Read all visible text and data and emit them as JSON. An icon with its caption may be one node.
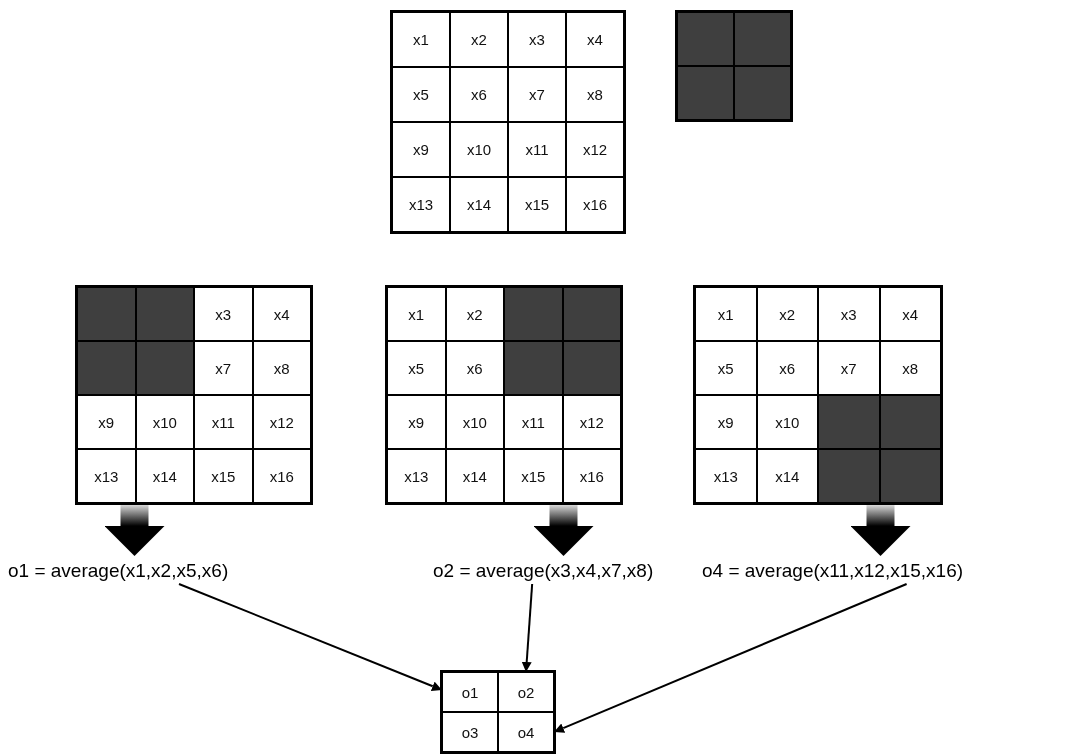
{
  "diagram": {
    "nodes": [
      {
        "text": [],
        "shape": "box"
      },
      {
        "text": [
          "x1"
        ],
        "in": 0
      },
      {
        "text": [
          "x2"
        ],
        "in": 0
      },
      {
        "text": [
          "x3"
        ],
        "in": 0
      },
      {
        "text": [
          "x4"
        ],
        "in": 0
      },
      {
        "text": [
          "x5"
        ],
        "in": 0
      },
      {
        "text": [
          "x6"
        ],
        "in": 0
      },
      {
        "text": [
          "x7"
        ],
        "in": 0
      },
      {
        "text": [
          "x8"
        ],
        "in": 0
      },
      {
        "text": [
          "x9"
        ],
        "in": 0
      },
      {
        "text": [
          "x10"
        ],
        "in": 0
      },
      {
        "text": [
          "x11"
        ],
        "in": 0
      },
      {
        "text": [
          "x12"
        ],
        "in": 0
      },
      {
        "text": [
          "x13"
        ],
        "in": 0
      },
      {
        "text": [
          "x14"
        ],
        "in": 0
      },
      {
        "text": [
          "x15"
        ],
        "in": 0
      },
      {
        "text": [
          "x16"
        ],
        "in": 0
      },
      {
        "text": [],
        "shape": "box"
      },
      {
        "text": [],
        "shape": "box",
        "in": 17
      },
      {
        "text": [],
        "shape": "box",
        "in": 17
      },
      {
        "text": [],
        "shape": "box",
        "in": 17
      },
      {
        "text": [],
        "shape": "box",
        "in": 17
      },
      {
        "text": [],
        "shape": "box"
      },
      {
        "text": [],
        "shape": "box",
        "in": 22
      },
      {
        "text": [],
        "shape": "box",
        "in": 22
      },
      {
        "text": [
          "x3"
        ],
        "in": 22
      },
      {
        "text": [
          "x4"
        ],
        "in": 22
      },
      {
        "text": [],
        "shape": "box",
        "in": 22
      },
      {
        "text": [],
        "shape": "box",
        "in": 22
      },
      {
        "text": [
          "x7"
        ],
        "in": 22
      },
      {
        "text": [
          "x8"
        ],
        "in": 22
      },
      {
        "text": [
          "x9"
        ],
        "in": 22
      },
      {
        "text": [
          "x10"
        ],
        "in": 22
      },
      {
        "text": [
          "x11"
        ],
        "in": 22
      },
      {
        "text": [
          "x12"
        ],
        "in": 22
      },
      {
        "text": [
          "x13"
        ],
        "in": 22
      },
      {
        "text": [
          "x14"
        ],
        "in": 22
      },
      {
        "text": [
          "x15"
        ],
        "in": 22
      },
      {
        "text": [
          "x16"
        ],
        "in": 22
      },
      {
        "text": [],
        "shape": "box"
      },
      {
        "text": [
          "x1"
        ],
        "in": 39
      },
      {
        "text": [
          "x2"
        ],
        "in": 39
      },
      {
        "text": [],
        "shape": "box",
        "in": 39
      },
      {
        "text": [],
        "shape": "box",
        "in": 39
      },
      {
        "text": [
          "x5"
        ],
        "in": 39
      },
      {
        "text": [
          "x6"
        ],
        "in": 39
      },
      {
        "text": [],
        "shape": "box",
        "in": 39
      },
      {
        "text": [],
        "shape": "box",
        "in": 39
      },
      {
        "text": [
          "x9"
        ],
        "in": 39
      },
      {
        "text": [
          "x10"
        ],
        "in": 39
      },
      {
        "text": [
          "x11"
        ],
        "in": 39
      },
      {
        "text": [
          "x12"
        ],
        "in": 39
      },
      {
        "text": [
          "x13"
        ],
        "in": 39
      },
      {
        "text": [
          "x14"
        ],
        "in": 39
      },
      {
        "text": [
          "x15"
        ],
        "in": 39
      },
      {
        "text": [
          "x16"
        ],
        "in": 39
      },
      {
        "text": [],
        "shape": "box"
      },
      {
        "text": [
          "x1"
        ],
        "in": 56
      },
      {
        "text": [
          "x2"
        ],
        "in": 56
      },
      {
        "text": [
          "x3"
        ],
        "in": 56
      },
      {
        "text": [
          "x4"
        ],
        "in": 56
      },
      {
        "text": [
          "x5"
        ],
        "in": 56
      },
      {
        "text": [
          "x6"
        ],
        "in": 56
      },
      {
        "text": [
          "x7"
        ],
        "in": 56
      },
      {
        "text": [
          "x8"
        ],
        "in": 56
      },
      {
        "text": [
          "x9"
        ],
        "in": 56
      },
      {
        "text": [
          "x10"
        ],
        "in": 56
      },
      {
        "text": [],
        "shape": "box",
        "in": 56
      },
      {
        "text": [],
        "shape": "box",
        "in": 56
      },
      {
        "text": [
          "x13"
        ],
        "in": 56
      },
      {
        "text": [
          "x14"
        ],
        "in": 56
      },
      {
        "text": [],
        "shape": "box",
        "in": 56
      },
      {
        "text": [],
        "shape": "box",
        "in": 56
      },
      {
        "text": [
          "o1 = average(x1,x2,x5,x6)"
        ]
      },
      {
        "text": [
          "o2 = average(x3,x4,x7,x8)"
        ]
      },
      {
        "text": [
          "o4 = average(x11,x12,x15,x16)"
        ]
      },
      {
        "text": [],
        "shape": "box"
      },
      {
        "text": [
          "o1"
        ],
        "in": 76
      },
      {
        "text": [
          "o2"
        ],
        "in": 76
      },
      {
        "text": [
          "o3"
        ],
        "in": 76
      },
      {
        "text": [
          "o4"
        ],
        "in": 76
      }
    ],
    "edges": [
      {
        "from": 22,
        "to": 73,
        "arrow": "to",
        "style": "thick"
      },
      {
        "from": 39,
        "to": 74,
        "arrow": "to",
        "style": "thick"
      },
      {
        "from": 56,
        "to": 75,
        "arrow": "to",
        "style": "thick"
      },
      {
        "from": 73,
        "to": 77,
        "arrow": "to"
      },
      {
        "from": 74,
        "to": 78,
        "arrow": "to"
      },
      {
        "from": 75,
        "to": 80,
        "arrow": "to"
      }
    ]
  }
}
